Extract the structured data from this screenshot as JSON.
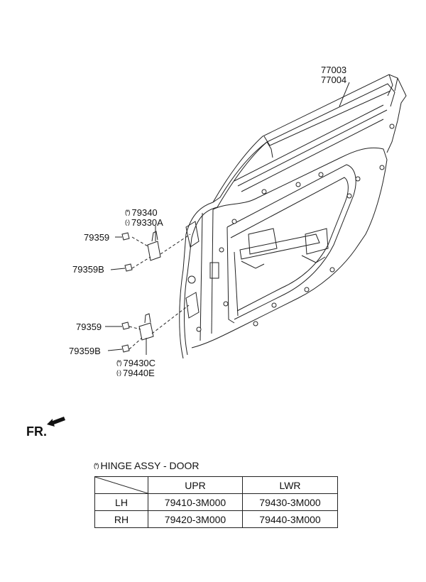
{
  "parts": {
    "door_panel_codes": [
      "77003",
      "77004"
    ],
    "upper_hinge_codes": [
      "79340",
      "79330A"
    ],
    "upper_bolt": "79359",
    "upper_bolt_b": "79359B",
    "lower_bolt": "79359",
    "lower_bolt_b": "79359B",
    "lower_hinge_codes": [
      "79430C",
      "79440E"
    ],
    "marker_symbol": "(*)",
    "marker_symbol_alt": "(·)"
  },
  "direction_label": "FR.",
  "note": {
    "symbol": "(*)",
    "text": "HINGE ASSY - DOOR"
  },
  "table": {
    "headers": [
      "UPR",
      "LWR"
    ],
    "rows": [
      {
        "label": "LH",
        "upr": "79410-3M000",
        "lwr": "79430-3M000"
      },
      {
        "label": "RH",
        "upr": "79420-3M000",
        "lwr": "79440-3M000"
      }
    ]
  }
}
